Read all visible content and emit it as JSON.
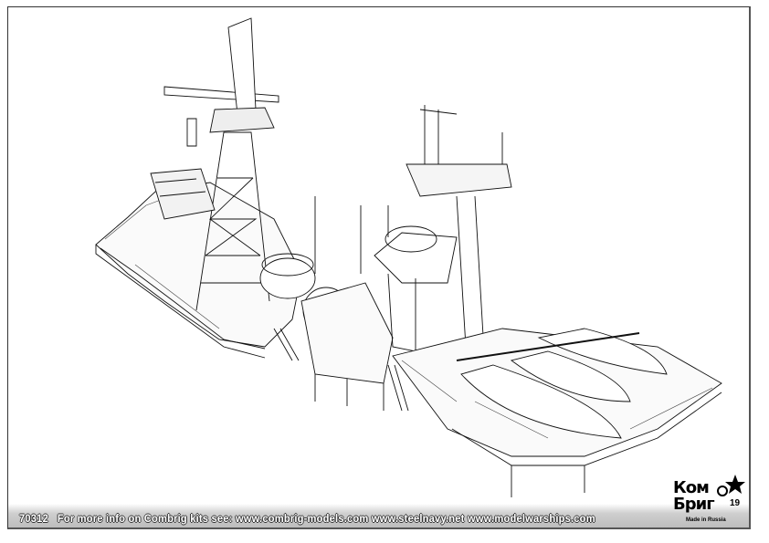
{
  "footer": {
    "kit_number": "70312",
    "info_text": "For more info on Combrig kits see: www.combrig-models.com www.steelnavy.net  www.modelwarships.com"
  },
  "logo": {
    "line1": "Ком",
    "line2": "Бриг",
    "made_in": "Made in Russia"
  },
  "page_number": "19"
}
